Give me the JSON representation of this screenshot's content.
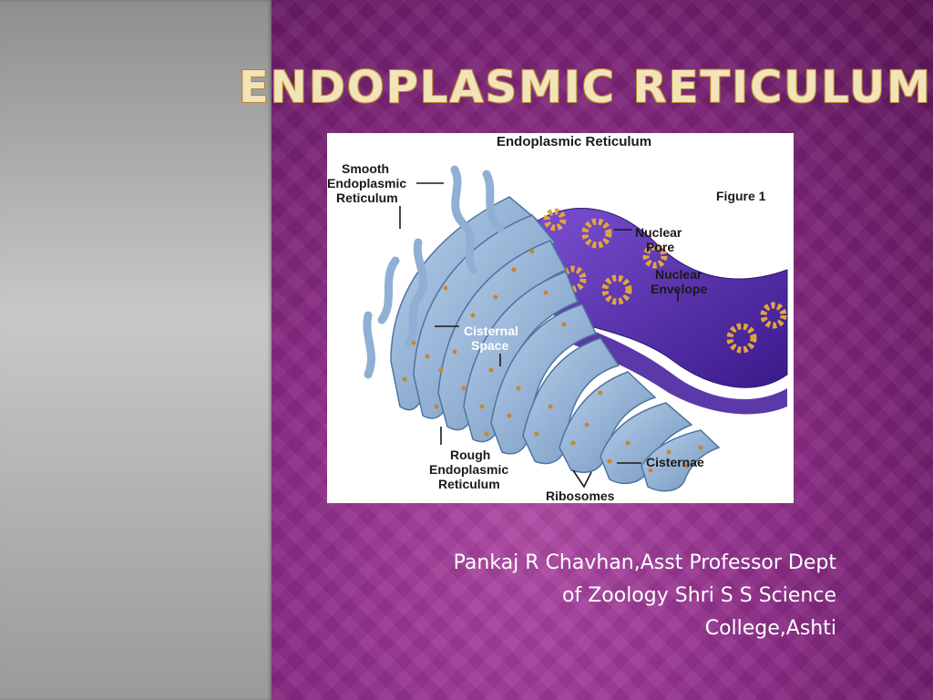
{
  "slide": {
    "title": "Endoplasmic Reticulum",
    "author_lines": [
      "Pankaj R Chavhan,Asst Professor Dept",
      "of Zoology Shri S S Science",
      "College,Ashti"
    ]
  },
  "figure": {
    "heading": "Endoplasmic Reticulum",
    "tag": "Figure 1",
    "labels": {
      "smooth_1": "Smooth",
      "smooth_2": "Endoplasmic",
      "smooth_3": "Reticulum",
      "nuclear_pore_1": "Nuclear",
      "nuclear_pore_2": "Pore",
      "nuclear_env_1": "Nuclear",
      "nuclear_env_2": "Envelope",
      "cisternal_1": "Cisternal",
      "cisternal_2": "Space",
      "rough_1": "Rough",
      "rough_2": "Endoplasmic",
      "rough_3": "Reticulum",
      "cisternae": "Cisternae",
      "ribosomes": "Ribosomes"
    },
    "colors": {
      "membrane": "#8fb0d4",
      "membrane_dark": "#5f86b3",
      "nucleus": "#5a2fb0",
      "ribosome": "#c8862e"
    }
  }
}
